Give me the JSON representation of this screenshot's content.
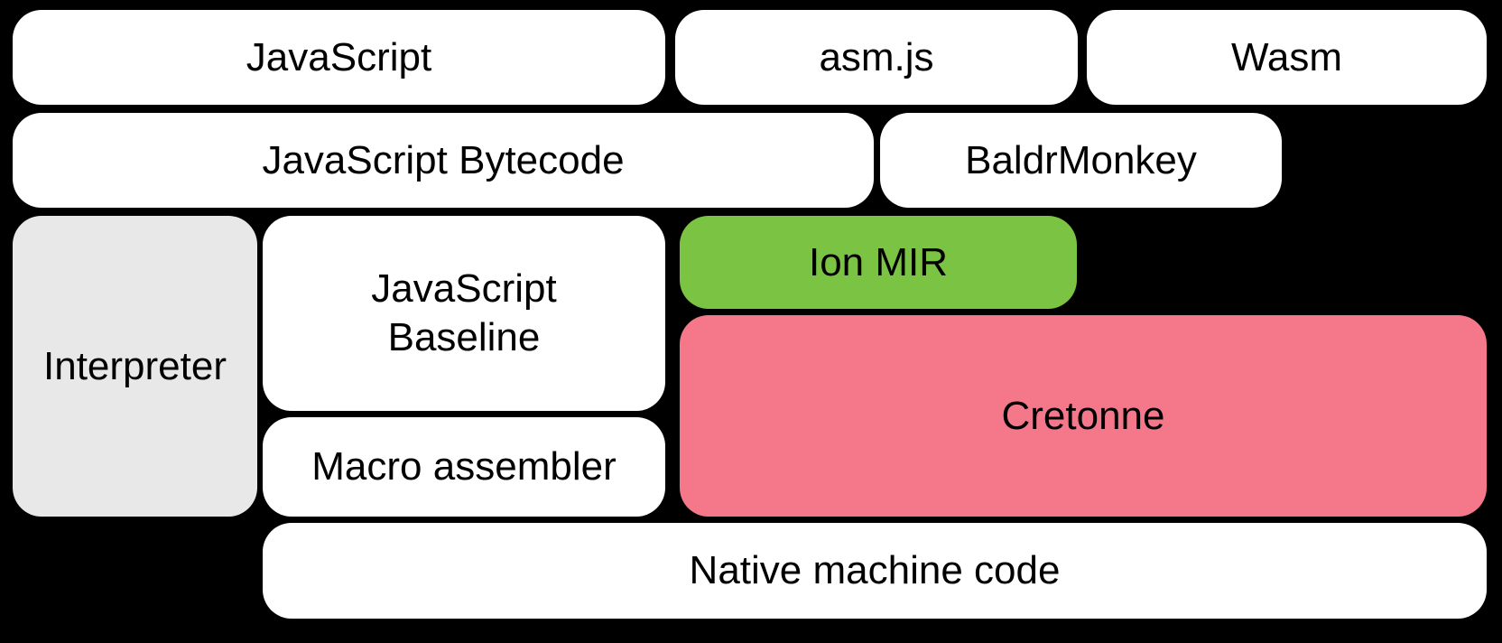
{
  "colors": {
    "background": "#000000",
    "box_default": "#ffffff",
    "box_interpreter_gray": "#e8e8e8",
    "box_ion_mir_green": "#7bc443",
    "box_cretonne_pink": "#f4788a",
    "text": "#000000"
  },
  "boxes": {
    "javascript": {
      "label": "JavaScript",
      "color": "#ffffff"
    },
    "asmjs": {
      "label": "asm.js",
      "color": "#ffffff"
    },
    "wasm": {
      "label": "Wasm",
      "color": "#ffffff"
    },
    "bytecode": {
      "label": "JavaScript Bytecode",
      "color": "#ffffff"
    },
    "baldrmonkey": {
      "label": "BaldrMonkey",
      "color": "#ffffff"
    },
    "interpreter": {
      "label": "Interpreter",
      "color": "#e8e8e8"
    },
    "baseline": {
      "label": "JavaScript\nBaseline",
      "color": "#ffffff"
    },
    "ion_mir": {
      "label": "Ion MIR",
      "color": "#7bc443"
    },
    "cretonne": {
      "label": "Cretonne",
      "color": "#f4788a"
    },
    "macro_assembler": {
      "label": "Macro assembler",
      "color": "#ffffff"
    },
    "native": {
      "label": "Native machine code",
      "color": "#ffffff"
    }
  }
}
